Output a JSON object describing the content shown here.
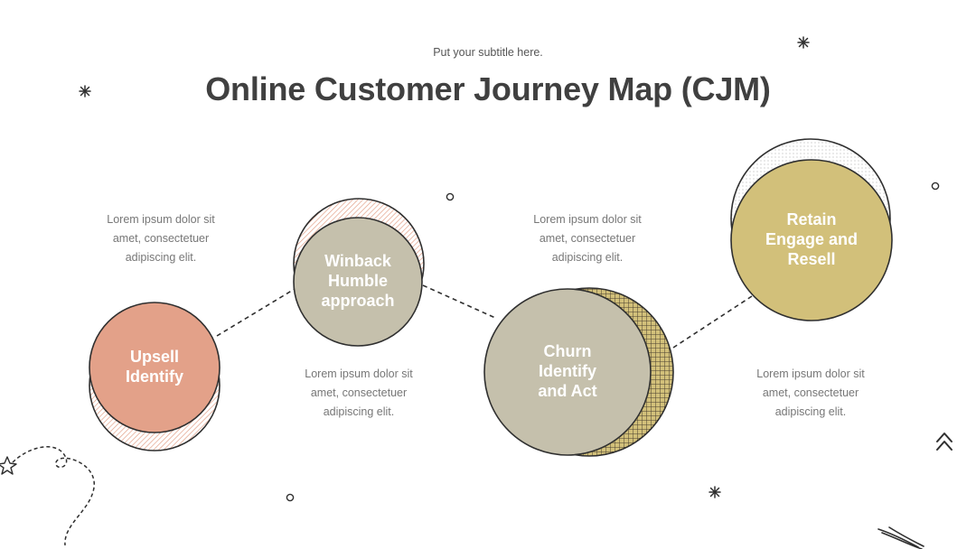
{
  "subtitle": "Put your subtitle here.",
  "title": "Online Customer Journey Map (CJM)",
  "colors": {
    "salmon": "#E3A189",
    "taupe": "#C5C0AC",
    "olive": "#D2C07A",
    "outline": "#2f2f2f",
    "text_dark": "#404040",
    "text_muted": "#777777"
  },
  "steps": [
    {
      "lines": [
        "Upsell",
        "Identify"
      ],
      "color": "salmon"
    },
    {
      "lines": [
        "Winback",
        "Humble",
        "approach"
      ],
      "color": "taupe"
    },
    {
      "lines": [
        "Churn",
        "Identify",
        "and Act"
      ],
      "color": "taupe"
    },
    {
      "lines": [
        "Retain",
        "Engage and",
        "Resell"
      ],
      "color": "olive"
    }
  ],
  "descriptions": [
    {
      "lines": [
        "Lorem ipsum dolor sit",
        "amet, consectetuer",
        "adipiscing elit."
      ]
    },
    {
      "lines": [
        "Lorem ipsum dolor sit",
        "amet, consectetuer",
        "adipiscing elit."
      ]
    },
    {
      "lines": [
        "Lorem ipsum dolor sit",
        "amet, consectetuer",
        "adipiscing elit."
      ]
    },
    {
      "lines": [
        "Lorem ipsum dolor sit",
        "amet, consectetuer",
        "adipiscing elit."
      ]
    }
  ],
  "icons": [
    "sparkle-icon",
    "ring-icon",
    "chevron-up-icon",
    "star-icon",
    "dashed-path-doodle",
    "scribble-doodle"
  ]
}
